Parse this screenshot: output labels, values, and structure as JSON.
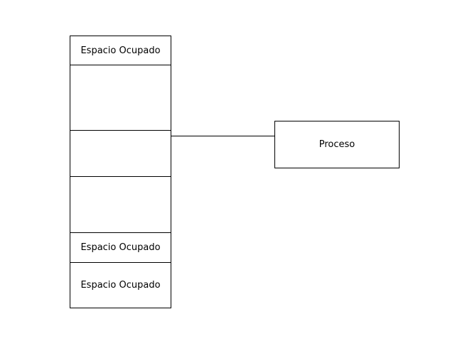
{
  "memory": {
    "segments": [
      {
        "label": "Espacio Ocupado"
      },
      {
        "label": ""
      },
      {
        "label": ""
      },
      {
        "label": ""
      },
      {
        "label": "Espacio Ocupado"
      },
      {
        "label": "Espacio Ocupado"
      }
    ]
  },
  "process": {
    "label": "Proceso"
  },
  "colors": {
    "stroke": "#000000",
    "background": "#ffffff"
  }
}
